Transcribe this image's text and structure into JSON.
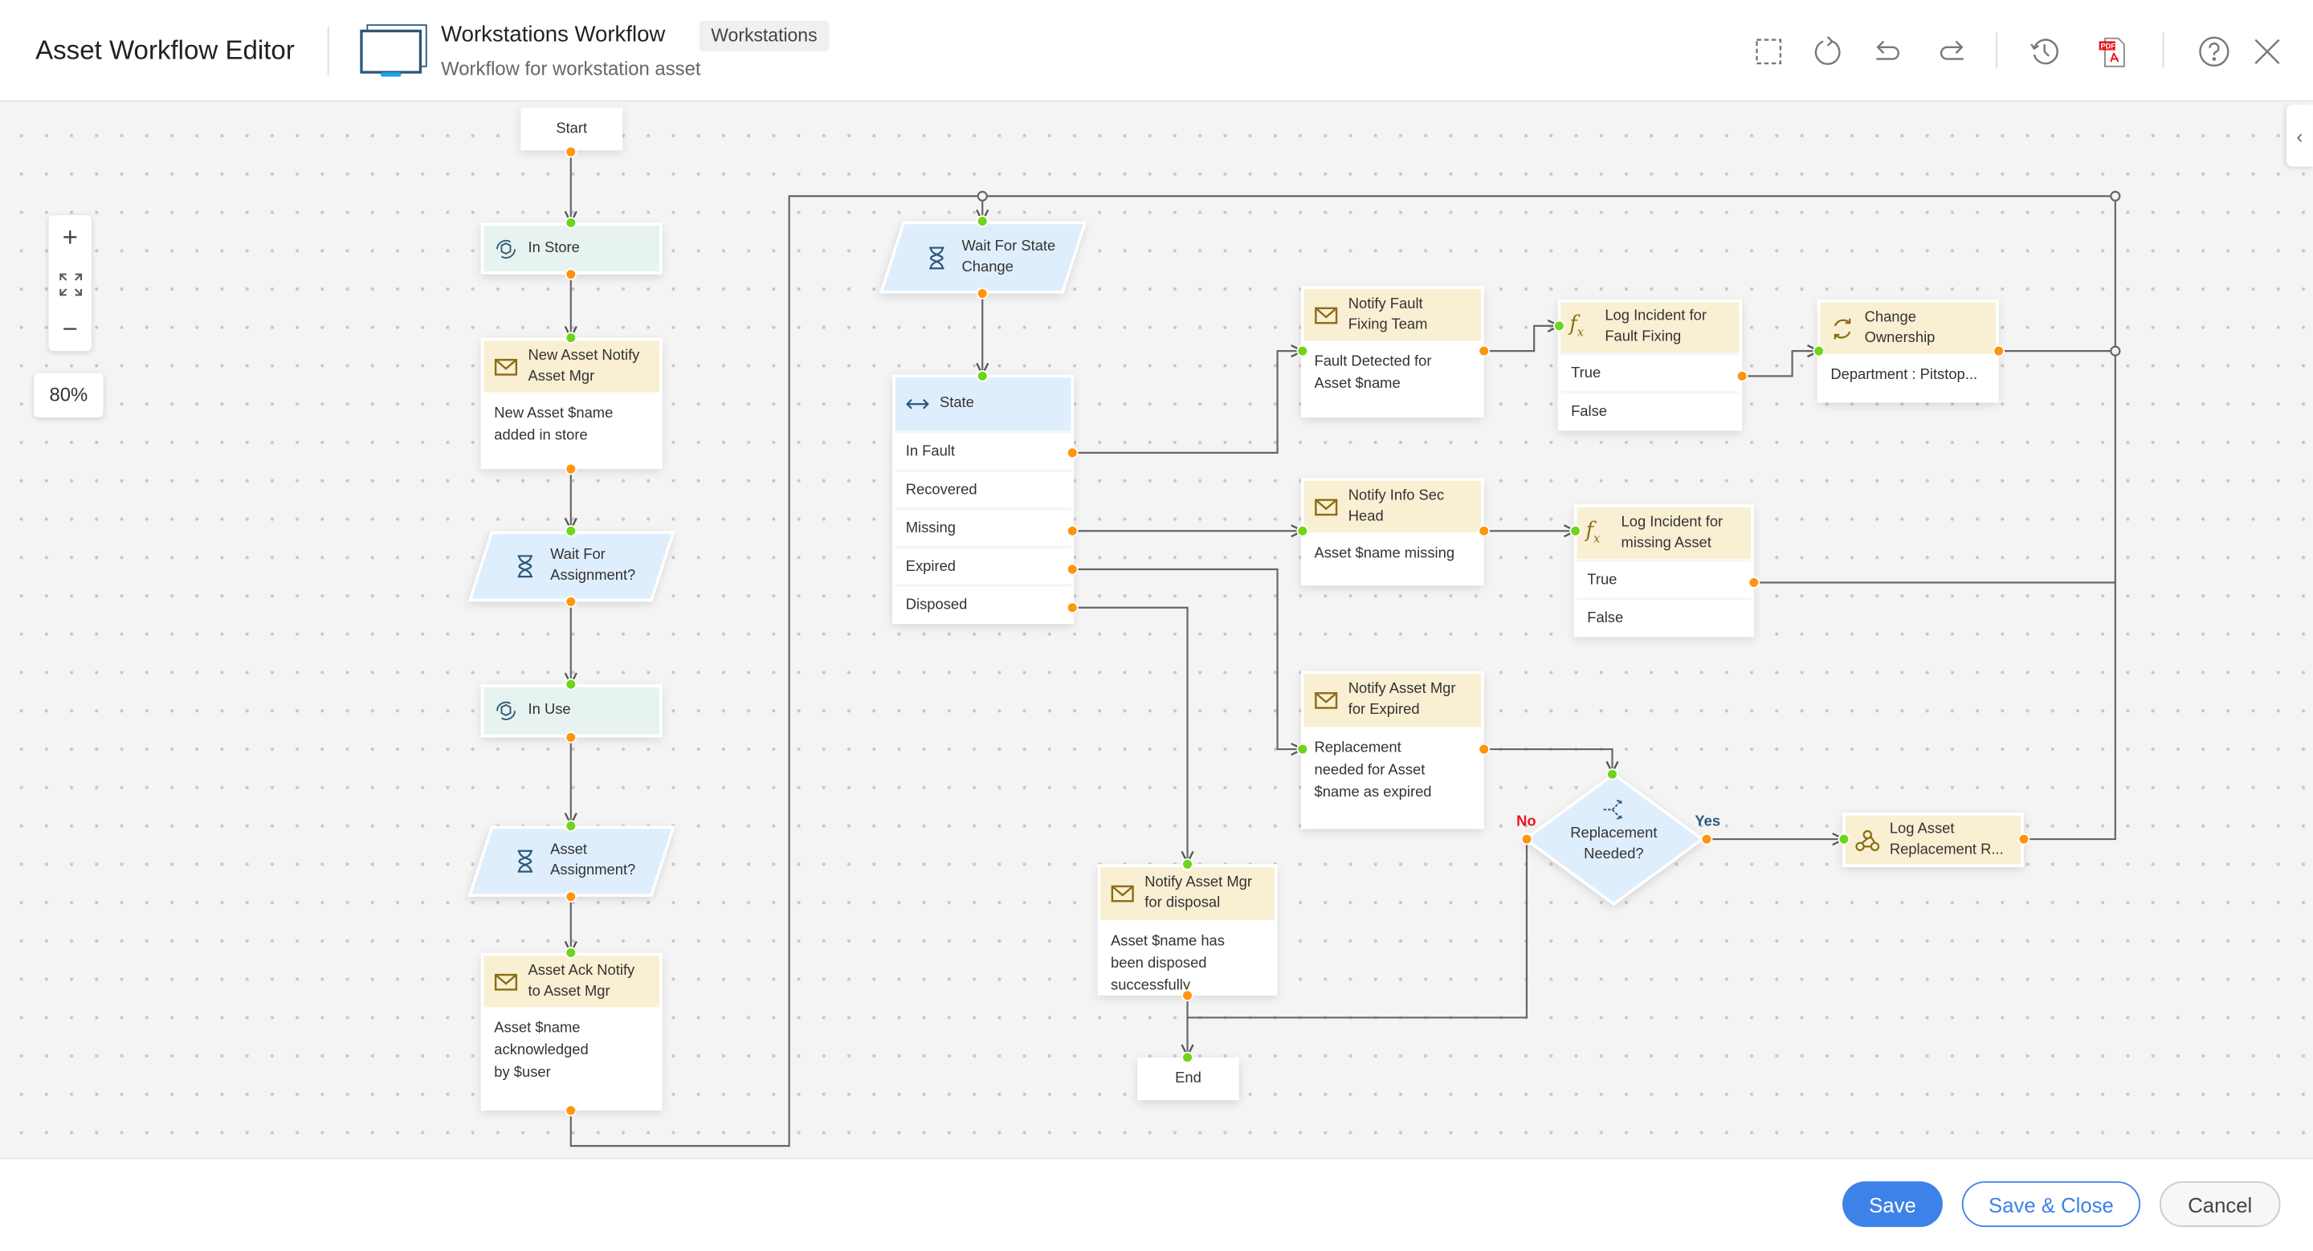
{
  "header": {
    "app_title": "Asset Workflow Editor",
    "workflow_title": "Workstations Workflow",
    "workflow_tag": "Workstations",
    "workflow_subtitle": "Workflow for workstation asset",
    "toolbar": [
      "select-area-icon",
      "refresh-icon",
      "undo-icon",
      "redo-icon",
      "history-icon",
      "pdf-export-icon",
      "help-icon",
      "close-icon"
    ]
  },
  "canvas": {
    "zoom_level": "80%",
    "zoom_in": "+",
    "zoom_out": "−",
    "nodes": {
      "start": "Start",
      "in_store": "In Store",
      "new_asset_notify": {
        "title": "New Asset Notify Asset Mgr",
        "body": "New  Asset $name added in store"
      },
      "wait_for_assignment": "Wait For Assignment?",
      "in_use": "In Use",
      "asset_assignment": "Asset Assignment?",
      "asset_ack_notify": {
        "title": "Asset Ack Notify to Asset Mgr",
        "body": "Asset $name acknowledged by $user"
      },
      "wait_for_state_change": "Wait For State Change",
      "state": {
        "title": "State",
        "options": [
          "In Fault",
          "Recovered",
          "Missing",
          "Expired",
          "Disposed"
        ]
      },
      "notify_fault": {
        "title": "Notify Fault Fixing Team",
        "body": "Fault Detected for Asset $name"
      },
      "log_incident_fault": {
        "title": "Log Incident for Fault Fixing",
        "true": "True",
        "false": "False"
      },
      "change_ownership": {
        "title": "Change Ownership",
        "body": "Department : Pitstop..."
      },
      "notify_info_sec": {
        "title": "Notify Info Sec Head",
        "body": "Asset $name  missing"
      },
      "log_incident_missing": {
        "title": "Log Incident for missing Asset",
        "true": "True",
        "false": "False"
      },
      "notify_expired": {
        "title": "Notify Asset Mgr for Expired",
        "body": "Replacement needed for Asset $name as expired"
      },
      "replacement_decision": {
        "title": "Replacement Needed?",
        "yes": "Yes",
        "no": "No"
      },
      "log_asset_replacement": "Log Asset Replacement R...",
      "notify_disposal": {
        "title": "Notify Asset Mgr for disposal",
        "body": "Asset $name has been disposed successfully"
      },
      "end": "End"
    }
  },
  "footer": {
    "save": "Save",
    "save_close": "Save & Close",
    "cancel": "Cancel"
  },
  "colors": {
    "primary": "#3d82e8",
    "input_port": "#6fd41c",
    "output_port": "#ff9410",
    "no_label": "#e8141c",
    "yes_label": "#2c5a7d",
    "action_header": "#f9efd3",
    "status_header": "#e6f3f0",
    "wait_header": "#dfeefd"
  }
}
